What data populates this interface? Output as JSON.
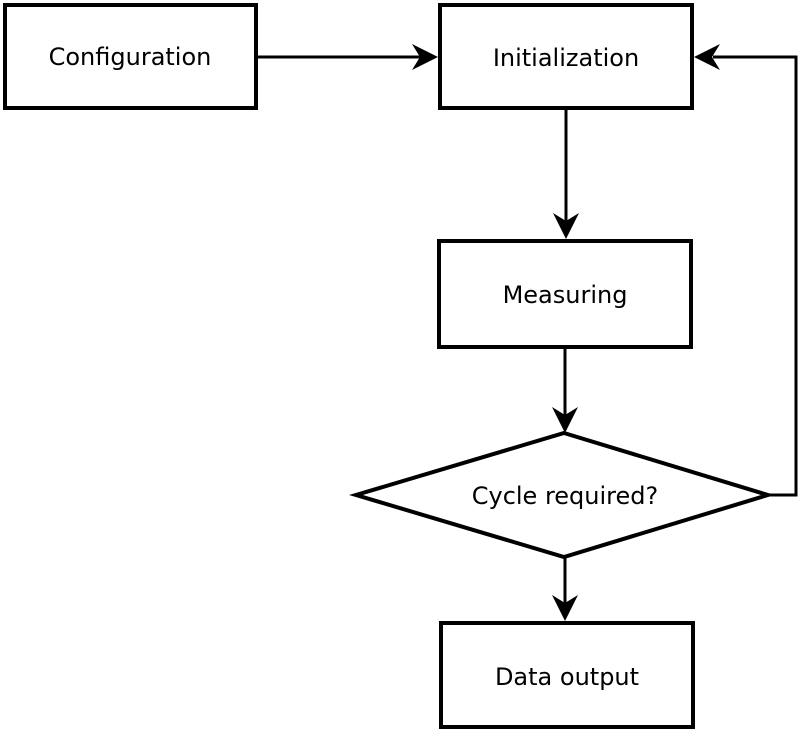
{
  "diagram": {
    "type": "flowchart",
    "background_color": "#ffffff",
    "line_color": "#000000",
    "text_color": "#000000",
    "nodes": [
      {
        "id": "configuration",
        "shape": "rectangle",
        "label": "Configuration"
      },
      {
        "id": "initialization",
        "shape": "rectangle",
        "label": "Initialization"
      },
      {
        "id": "measuring",
        "shape": "rectangle",
        "label": "Measuring"
      },
      {
        "id": "cycle_required",
        "shape": "diamond",
        "label": "Cycle required?"
      },
      {
        "id": "data_output",
        "shape": "rectangle",
        "label": "Data output"
      }
    ],
    "edges": [
      {
        "from": "configuration",
        "to": "initialization",
        "direction": "right"
      },
      {
        "from": "initialization",
        "to": "measuring",
        "direction": "down"
      },
      {
        "from": "measuring",
        "to": "cycle_required",
        "direction": "down"
      },
      {
        "from": "cycle_required",
        "to": "data_output",
        "direction": "down"
      },
      {
        "from": "cycle_required",
        "to": "initialization",
        "direction": "right-then-up",
        "kind": "feedback-loop"
      }
    ]
  }
}
